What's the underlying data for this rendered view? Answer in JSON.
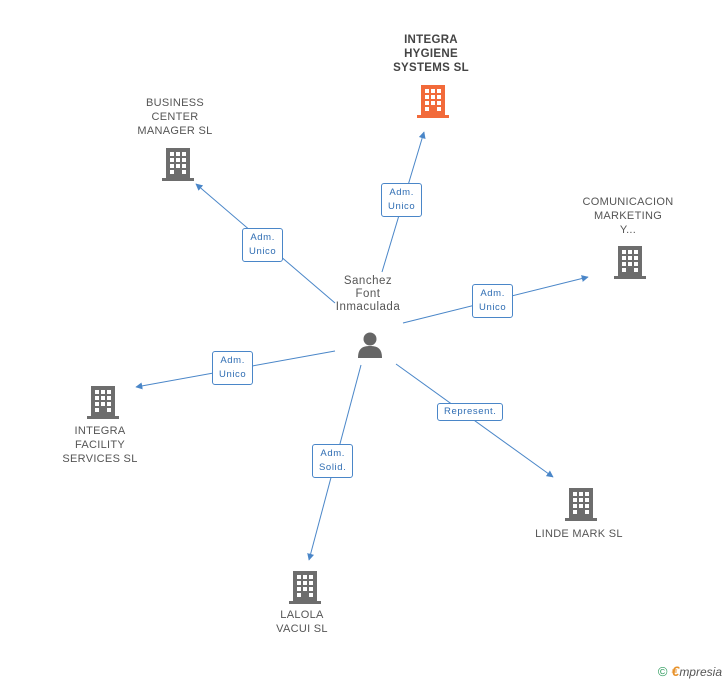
{
  "person": {
    "name": "Sanchez\nFont\nInmaculada",
    "icon": "person-icon"
  },
  "colors": {
    "edge": "#4a86c8",
    "building": "#6d6d6d",
    "building_main": "#f26a3a"
  },
  "companies": [
    {
      "id": "integra-hygiene",
      "name": "INTEGRA\nHYGIENE\nSYSTEMS  SL",
      "main": true,
      "relation": "Adm.\nUnico"
    },
    {
      "id": "business-center",
      "name": "BUSINESS\nCENTER\nMANAGER SL",
      "main": false,
      "relation": "Adm.\nUnico"
    },
    {
      "id": "comunicacion",
      "name": "COMUNICACION\nMARKETING\nY...",
      "main": false,
      "relation": "Adm.\nUnico"
    },
    {
      "id": "integra-facility",
      "name": "INTEGRA\nFACILITY\nSERVICES SL",
      "main": false,
      "relation": "Adm.\nUnico"
    },
    {
      "id": "linde-mark",
      "name": "LINDE MARK SL",
      "main": false,
      "relation": "Represent."
    },
    {
      "id": "lalola",
      "name": "LALOLA\nVACUI SL",
      "main": false,
      "relation": "Adm.\nSolid."
    }
  ],
  "footer": {
    "copyright": "©",
    "brand_first": "€",
    "brand_rest": "mpresia"
  }
}
